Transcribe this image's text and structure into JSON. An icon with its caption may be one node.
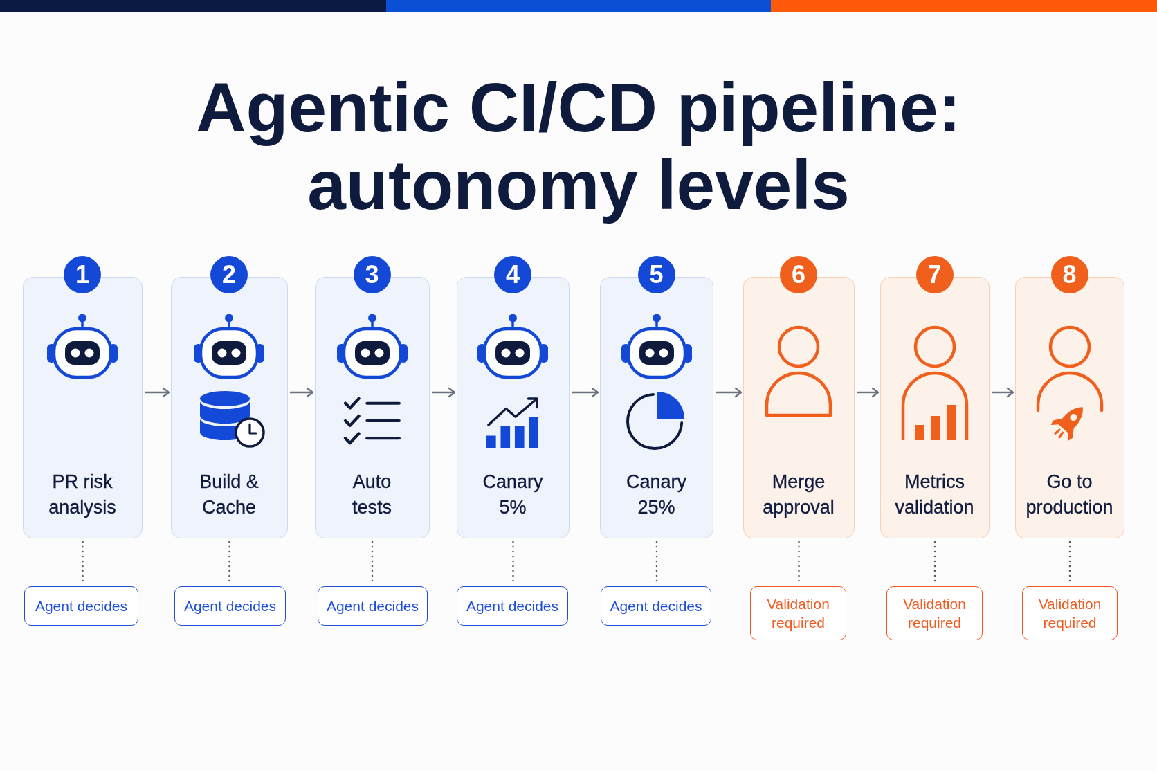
{
  "diagram": {
    "title": "Agentic CI/CD pipeline: autonomy levels",
    "nodes": [
      {
        "text": [
          "1",
          "PR risk analysis"
        ]
      },
      {
        "text": [
          "2",
          "Build & Cache"
        ]
      },
      {
        "text": [
          "3",
          "Auto tests"
        ]
      },
      {
        "text": [
          "4",
          "Canary 5%"
        ]
      },
      {
        "text": [
          "5",
          "Canary 25%"
        ]
      },
      {
        "text": [
          "6",
          "Merge approval"
        ]
      },
      {
        "text": [
          "7",
          "Metrics validation"
        ]
      },
      {
        "text": [
          "8",
          "Go to production"
        ]
      },
      {
        "text": [
          "Agent decides"
        ]
      },
      {
        "text": [
          "Agent decides"
        ]
      },
      {
        "text": [
          "Agent decides"
        ]
      },
      {
        "text": [
          "Agent decides"
        ]
      },
      {
        "text": [
          "Agent decides"
        ]
      },
      {
        "text": [
          "Validation required"
        ]
      },
      {
        "text": [
          "Validation required"
        ]
      },
      {
        "text": [
          "Validation required"
        ]
      }
    ],
    "edges": [
      {
        "from": 0,
        "to": 1,
        "arrow": "to"
      },
      {
        "from": 1,
        "to": 2,
        "arrow": "to"
      },
      {
        "from": 2,
        "to": 3,
        "arrow": "to"
      },
      {
        "from": 3,
        "to": 4,
        "arrow": "to"
      },
      {
        "from": 4,
        "to": 5,
        "arrow": "to"
      },
      {
        "from": 5,
        "to": 6,
        "arrow": "to"
      },
      {
        "from": 6,
        "to": 7,
        "arrow": "to"
      },
      {
        "from": 0,
        "to": 8,
        "arrow": "none",
        "style": "dashed"
      },
      {
        "from": 1,
        "to": 9,
        "arrow": "none",
        "style": "dashed"
      },
      {
        "from": 2,
        "to": 10,
        "arrow": "none",
        "style": "dashed"
      },
      {
        "from": 3,
        "to": 11,
        "arrow": "none",
        "style": "dashed"
      },
      {
        "from": 4,
        "to": 12,
        "arrow": "none",
        "style": "dashed"
      },
      {
        "from": 5,
        "to": 13,
        "arrow": "none",
        "style": "dashed"
      },
      {
        "from": 6,
        "to": 14,
        "arrow": "none",
        "style": "dashed"
      },
      {
        "from": 7,
        "to": 15,
        "arrow": "none",
        "style": "dashed"
      }
    ]
  }
}
